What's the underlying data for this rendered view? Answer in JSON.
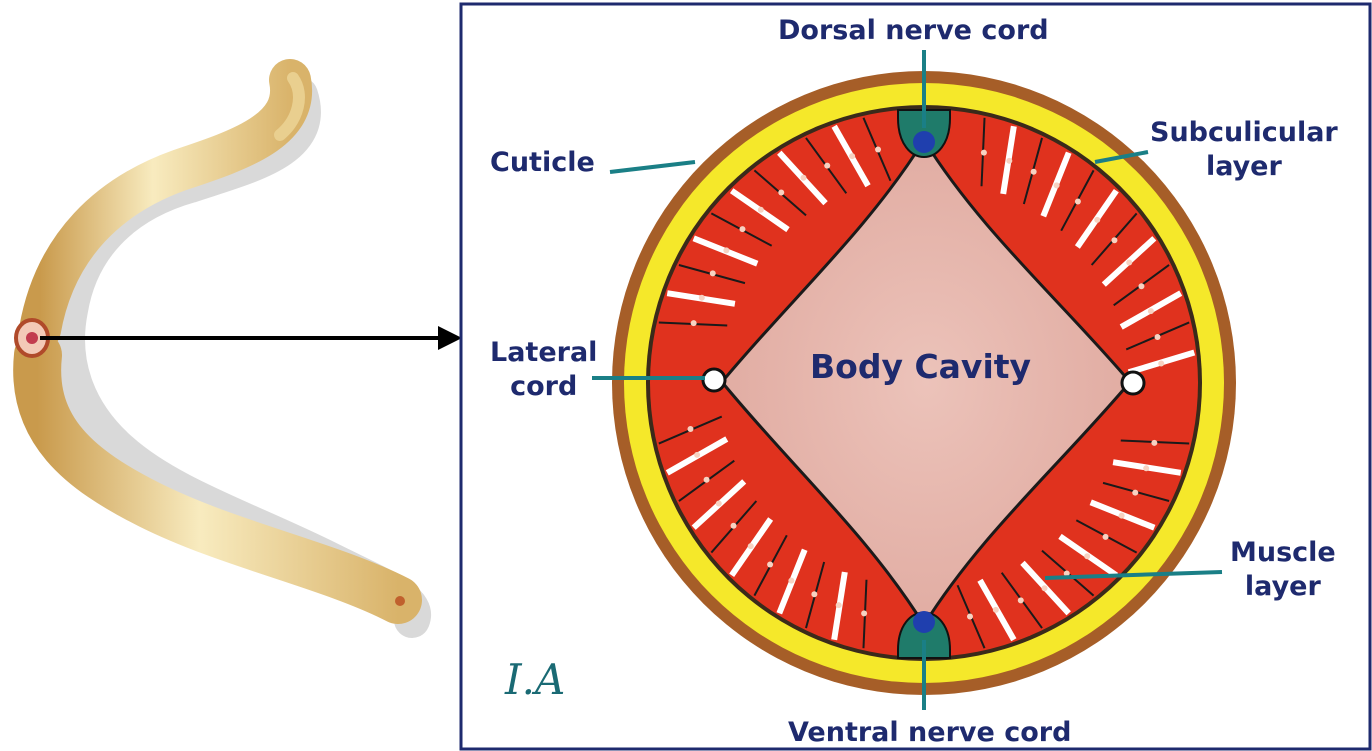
{
  "labels": {
    "dorsal_nerve_cord": "Dorsal nerve cord",
    "cuticle": "Cuticle",
    "subcuticular_1": "Subculicular",
    "subcuticular_2": "layer",
    "lateral_1": "Lateral",
    "lateral_2": "cord",
    "body_cavity": "Body Cavity",
    "muscle_1": "Muscle",
    "muscle_2": "layer",
    "ventral_nerve_cord": "Ventral nerve cord"
  },
  "signature": "I.A",
  "colors": {
    "frame": "#1e2a6e",
    "label_text": "#1e2a6e",
    "leader_line": "#1a7f86",
    "outer_ring": "#a65e28",
    "yellow_layer": "#f5e82a",
    "muscle_red": "#e0321e",
    "body_cavity": "#e7b6ad",
    "nerve_cord_green": "#1f7b6a",
    "nerve_cord_blue": "#1f3fae",
    "worm_body": "#f2dfa2"
  }
}
